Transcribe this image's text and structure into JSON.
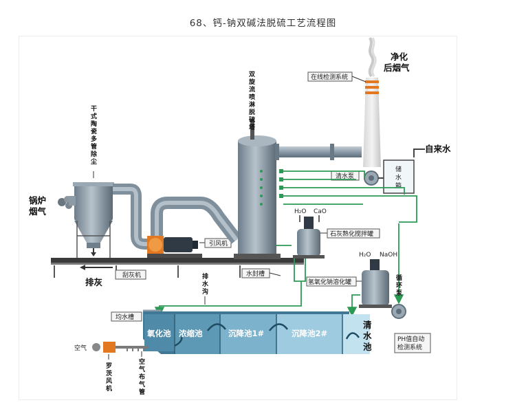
{
  "caption": "68、钙-钠双碱法脱硫工艺流程图",
  "labels": {
    "boiler": [
      "锅炉",
      "烟气"
    ],
    "dust": [
      "干",
      "式",
      "陶",
      "瓷",
      "多",
      "管",
      "除",
      "尘"
    ],
    "tower": [
      "双",
      "旋",
      "流",
      "喷",
      "淋",
      "脱",
      "硫",
      "塔"
    ],
    "clean_gas": [
      "净化",
      "后烟气"
    ],
    "online": "在线检测系统",
    "tap_water": "自来水",
    "water_tank": [
      "储",
      "水",
      "箱"
    ],
    "clear_pump": "清水泵",
    "h2o": "H₂O",
    "cao": "CaO",
    "lime_tank": "石灰熟化搅拌罐",
    "fan": "引风机",
    "ash_out": "排灰",
    "scraper": "刮灰机",
    "water_seal": "水封槽",
    "drain": [
      "排",
      "水",
      "沟"
    ],
    "naoh": "NaOH",
    "naoh_tank": "氢氧化钠溶化罐",
    "circ_pump": [
      "循",
      "环",
      "泵"
    ],
    "equalize": "均水槽",
    "pools": [
      "氧化池",
      "浓缩池",
      "沉降池1#",
      "沉降池2#"
    ],
    "clear_pool": [
      "清",
      "水",
      "池"
    ],
    "ph": [
      "PH值自动",
      "检测系统"
    ],
    "air": "空气",
    "roots": [
      "罗",
      "茨",
      "风",
      "机"
    ],
    "air_pipe": [
      "空",
      "气",
      "布",
      "气",
      "管"
    ]
  },
  "colors": {
    "steel": "#8a9aa8",
    "steel_dark": "#5f6e7b",
    "green_line": "#2c9a54",
    "pool_dark": "#4f8ba8",
    "pool_mid": "#6ea6c2",
    "pool_light": "#9fcbe0",
    "pool_lighter": "#c3e2ef",
    "orange": "#e2781f"
  }
}
